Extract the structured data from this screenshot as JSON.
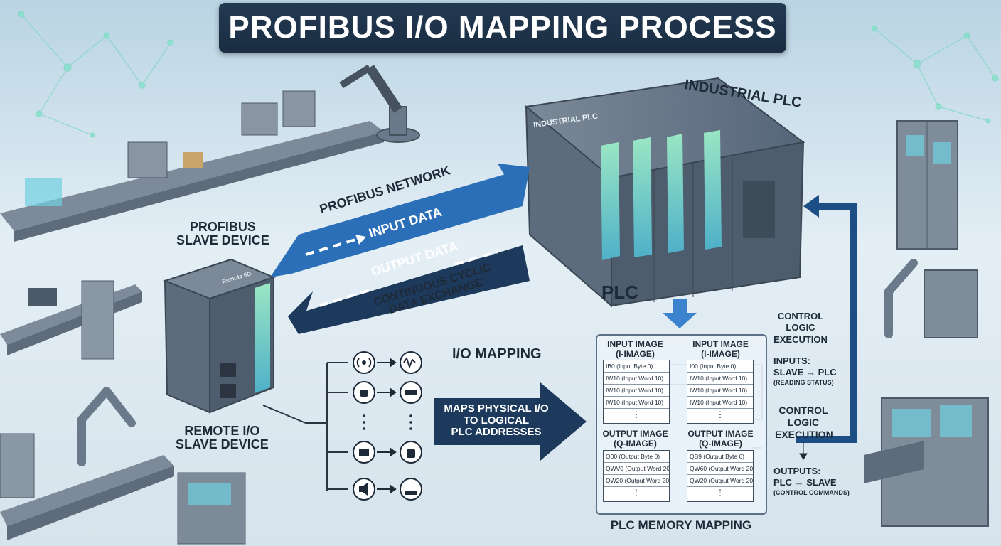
{
  "title": "PROFIBUS I/O MAPPING PROCESS",
  "labels": {
    "industrial_plc": "INDUSTRIAL PLC",
    "plc_module_text": "INDUSTRIAL PLC",
    "profibus_network": "PROFIBUS NETWORK",
    "input_data": "INPUT DATA",
    "output_data": "OUTPUT DATA",
    "cyclic_line1": "CONTINUOUS CYCLIC",
    "cyclic_line2": "DATA EXCHANGE",
    "slave_device_line1": "PROFIBUS",
    "slave_device_line2": "SLAVE DEVICE",
    "remote_io_line1": "REMOTE I/O",
    "remote_io_line2": "SLAVE DEVICE",
    "plc": "PLC",
    "io_mapping": "I/O MAPPING",
    "maps_line1": "MAPS PHYSICAL I/O",
    "maps_line2": "TO LOGICAL",
    "maps_line3": "PLC ADDRESSES",
    "plc_memory_mapping": "PLC MEMORY MAPPING",
    "remote_io_module_text": "Remote I/O"
  },
  "memory": {
    "input_left_head1": "INPUT IMAGE",
    "input_left_head2": "(I-IMAGE)",
    "input_right_head1": "INPUT IMAGE",
    "input_right_head2": "(I-IMAGE)",
    "output_left_head1": "OUTPUT IMAGE",
    "output_left_head2": "(Q-IMAGE)",
    "output_right_head1": "OUTPUT IMAGE",
    "output_right_head2": "(Q-IMAGE)",
    "input_left_rows": [
      "IB0 (Input Byte 0)",
      "IW10 (Input Word 10)",
      "IW10 (Input Word 10)",
      "IW10 (Input Word 10)",
      "⋮"
    ],
    "input_right_rows": [
      "I00 (Input Byte 0)",
      "IW10 (Input Word 10)",
      "IW10 (Input Word 10)",
      "IW10 (Input Word 10)",
      "⋮"
    ],
    "output_left_rows": [
      "Q00 (Output Byte 0)",
      "QWV0 (Output Word 20)",
      "QW20 (Output Word 20)",
      "⋮"
    ],
    "output_right_rows": [
      "QB9 (Output Byte 6)",
      "QW60 (Output Word 20)",
      "QW20 (Output Word 20)",
      "⋮"
    ]
  },
  "side_notes": {
    "control_logic_top_line1": "CONTROL LOGIC",
    "control_logic_top_line2": "EXECUTION",
    "inputs_line1": "INPUTS:",
    "inputs_line2": "SLAVE → PLC",
    "inputs_line3": "(READING STATUS)",
    "control_line1": "CONTROL",
    "control_line2": "LOGIC",
    "control_line3": "EXECUTION",
    "outputs_line1": "OUTPUTS:",
    "outputs_line2": "PLC → SLAVE",
    "outputs_line3": "(CONTROL COMMANDS)"
  },
  "io_icons": {
    "left": [
      "sensor-icon",
      "touch-icon",
      "connector-icon",
      "speaker-icon"
    ],
    "right": [
      "signal-icon",
      "cable-icon",
      "valve-icon",
      "robot-icon"
    ]
  },
  "colors": {
    "banner": "#1f3349",
    "arrow_blue": "#2b6fb8",
    "arrow_dark": "#1d3a5c",
    "plc_body": "#5a6a7c",
    "io_led": "#5fd0b8"
  }
}
